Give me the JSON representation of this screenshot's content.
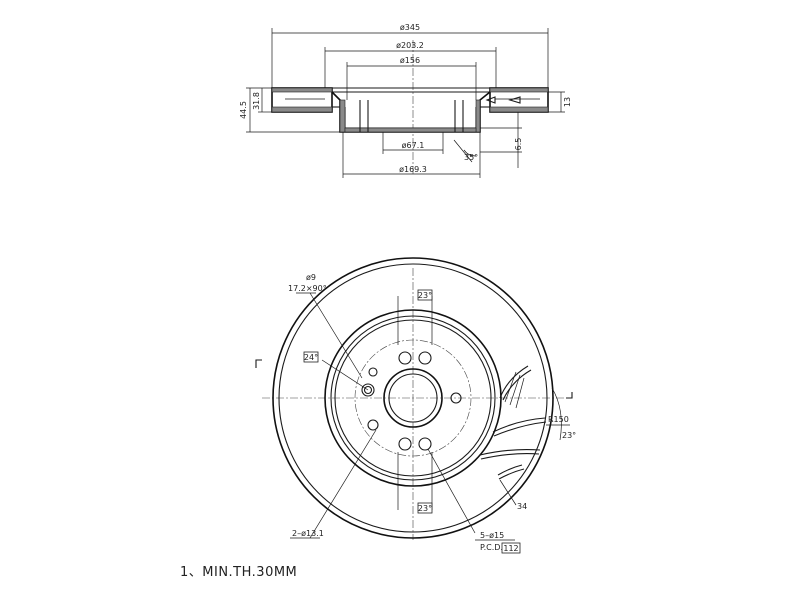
{
  "section_view": {
    "dim_outer_dia": "ø345",
    "dim_hat_dia": "ø203.2",
    "dim_inner_dia": "ø156",
    "dim_total_height": "44.5",
    "dim_hat_height": "31.8",
    "dim_thickness": "13",
    "dim_center_bore": "ø67.1",
    "dim_chamfer_angle": "35°",
    "dim_offset": "6.5",
    "dim_pcd_ring": "ø169.3"
  },
  "front_view": {
    "hole_spec_dia": "ø9",
    "hole_spec_chamfer": "17.2×90°",
    "angle_top": "23°",
    "angle_left": "24°",
    "angle_bottom": "23°",
    "angle_right": "23°",
    "radius_label": "R150",
    "slot_count": "34",
    "small_holes": "2–ø13.1",
    "bolt_holes": "5–ø15",
    "pcd_prefix": "P.C.D.",
    "pcd_value": "112"
  },
  "notes": {
    "note_1": "1、MIN.TH.30MM"
  }
}
